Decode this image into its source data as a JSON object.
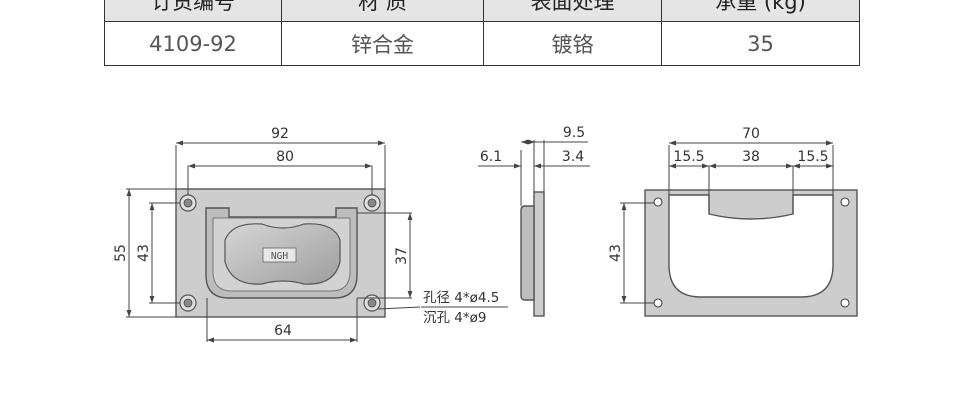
{
  "table": {
    "headers": [
      "订货编号",
      "材    质",
      "表面处理",
      "承重 (kg)"
    ],
    "row": [
      "4109-92",
      "锌合金",
      "镀铬",
      "35"
    ]
  },
  "front_view": {
    "width_outer": "92",
    "width_holes": "80",
    "width_handle": "64",
    "height_outer": "55",
    "height_holes": "43",
    "height_handle": "37",
    "logo_text": "NGH"
  },
  "note": {
    "hole_line": "孔径 4*ø4.5",
    "counterbore_line": "沉孔 4*ø9"
  },
  "side_view": {
    "total": "9.5",
    "left": "6.1",
    "right": "3.4"
  },
  "back_view": {
    "width_holes": "70",
    "seg_left": "15.5",
    "seg_mid": "38",
    "seg_right": "15.5",
    "height_holes": "43"
  }
}
